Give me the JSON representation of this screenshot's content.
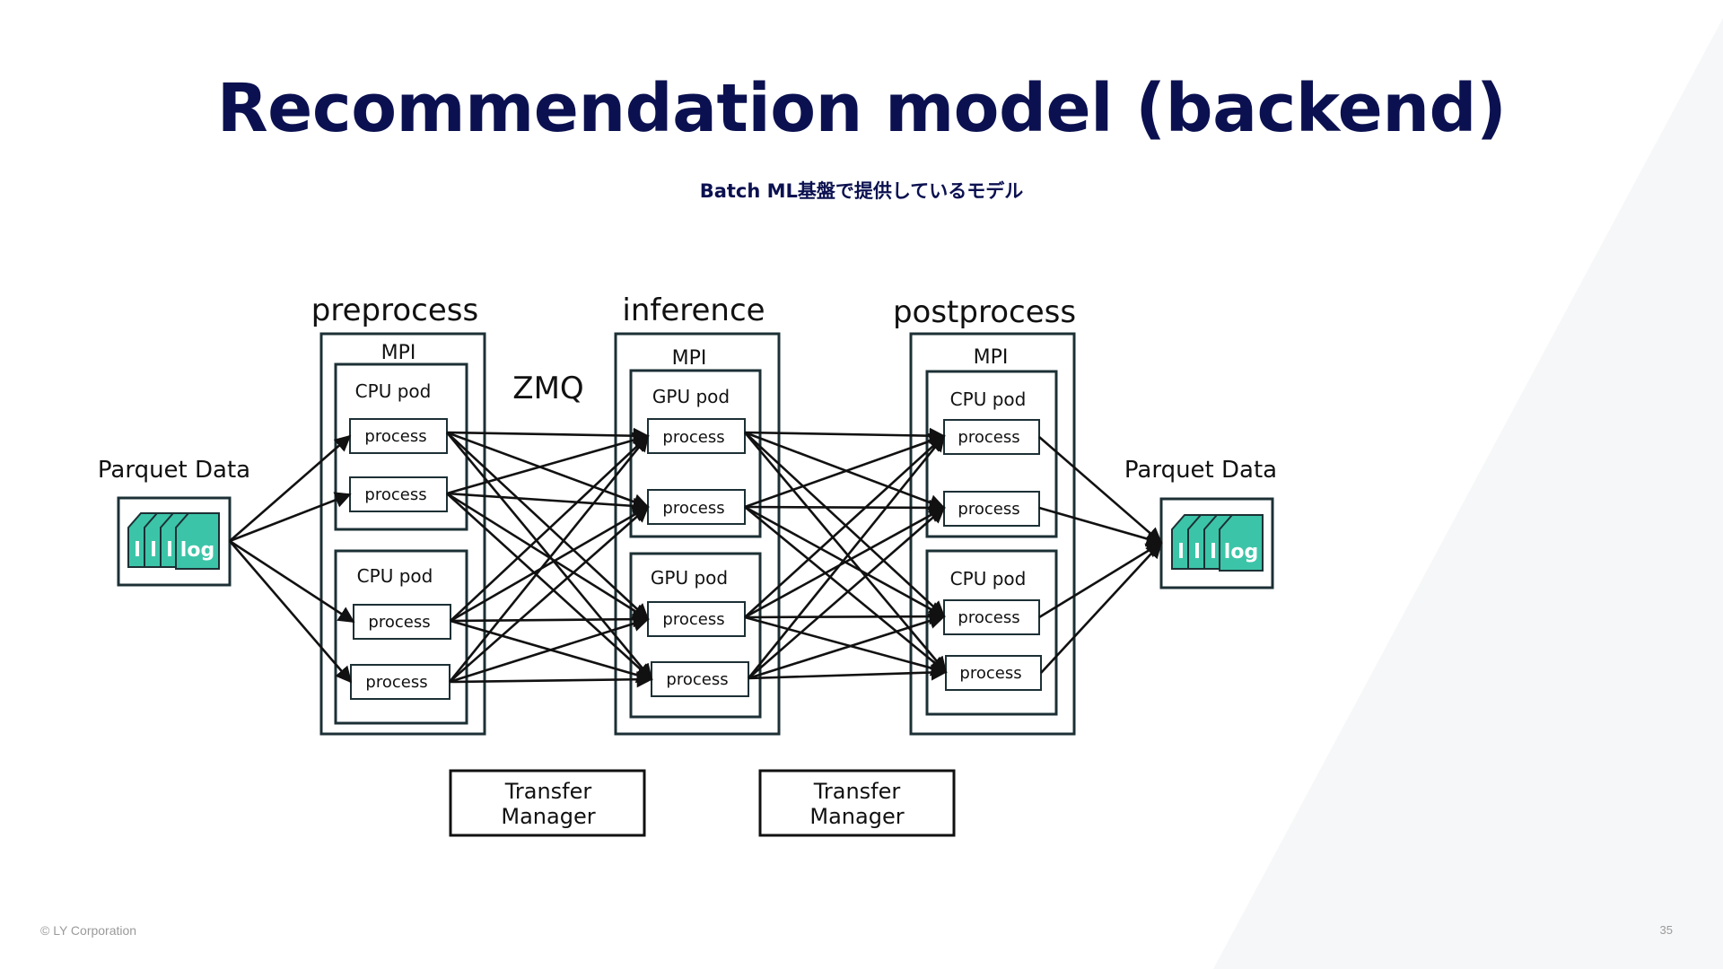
{
  "slide": {
    "title": "Recommendation model (backend)",
    "subtitle": "Batch ML基盤で提供しているモデル",
    "footer": "© LY Corporation",
    "page_number": "35"
  },
  "diagram": {
    "stages": [
      {
        "label": "preprocess",
        "mpi": "MPI",
        "pods": [
          {
            "label": "CPU pod",
            "processes": [
              "process",
              "process"
            ]
          },
          {
            "label": "CPU pod",
            "processes": [
              "process",
              "process"
            ]
          }
        ]
      },
      {
        "label": "inference",
        "mpi": "MPI",
        "pods": [
          {
            "label": "GPU pod",
            "processes": [
              "process",
              "process"
            ]
          },
          {
            "label": "GPU pod",
            "processes": [
              "process",
              "process"
            ]
          }
        ]
      },
      {
        "label": "postprocess",
        "mpi": "MPI",
        "pods": [
          {
            "label": "CPU pod",
            "processes": [
              "process",
              "process"
            ]
          },
          {
            "label": "CPU pod",
            "processes": [
              "process",
              "process"
            ]
          }
        ]
      }
    ],
    "zmq_label": "ZMQ",
    "input": {
      "label": "Parquet Data",
      "icon": "log-files-icon",
      "file_letters": [
        "l",
        "l",
        "l"
      ],
      "file_label": "log"
    },
    "output": {
      "label": "Parquet Data",
      "icon": "log-files-icon",
      "file_letters": [
        "l",
        "l",
        "l"
      ],
      "file_label": "log"
    },
    "transfer_managers": [
      {
        "line1": "Transfer",
        "line2": "Manager"
      },
      {
        "line1": "Transfer",
        "line2": "Manager"
      }
    ],
    "colors": {
      "title": "#0b1150",
      "box_border": "#1c3035",
      "file_fill": "#3cc4a8",
      "file_border": "#1c3035"
    }
  }
}
